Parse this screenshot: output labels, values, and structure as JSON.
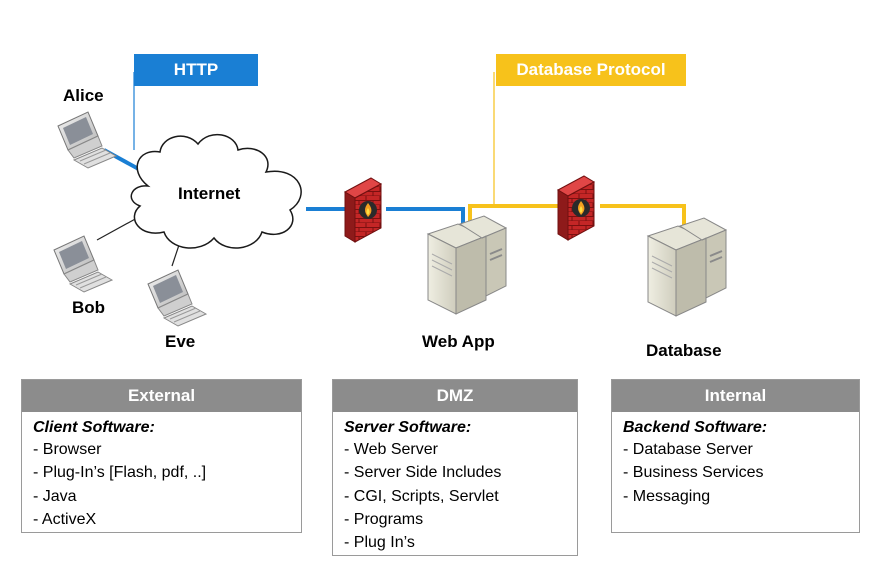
{
  "protocols": {
    "http": "HTTP",
    "database": "Database Protocol"
  },
  "nodes": {
    "alice": "Alice",
    "bob": "Bob",
    "eve": "Eve",
    "internet": "Internet",
    "web_app": "Web App",
    "database": "Database"
  },
  "colors": {
    "http": "#1a7fd4",
    "database": "#f7c21b",
    "panel_header": "#8c8c8c",
    "firewall": "#cc2a2a"
  },
  "panels": [
    {
      "title": "External",
      "subtitle": "Client Software:",
      "items": [
        "- Browser",
        "- Plug-In’s [Flash, pdf, ..]",
        "- Java",
        "- ActiveX"
      ]
    },
    {
      "title": "DMZ",
      "subtitle": "Server Software:",
      "items": [
        "- Web Server",
        "- Server Side Includes",
        "- CGI, Scripts, Servlet",
        "- Programs",
        "- Plug In’s"
      ]
    },
    {
      "title": "Internal",
      "subtitle": "Backend Software:",
      "items": [
        "- Database Server",
        "- Business Services",
        "- Messaging"
      ]
    }
  ]
}
